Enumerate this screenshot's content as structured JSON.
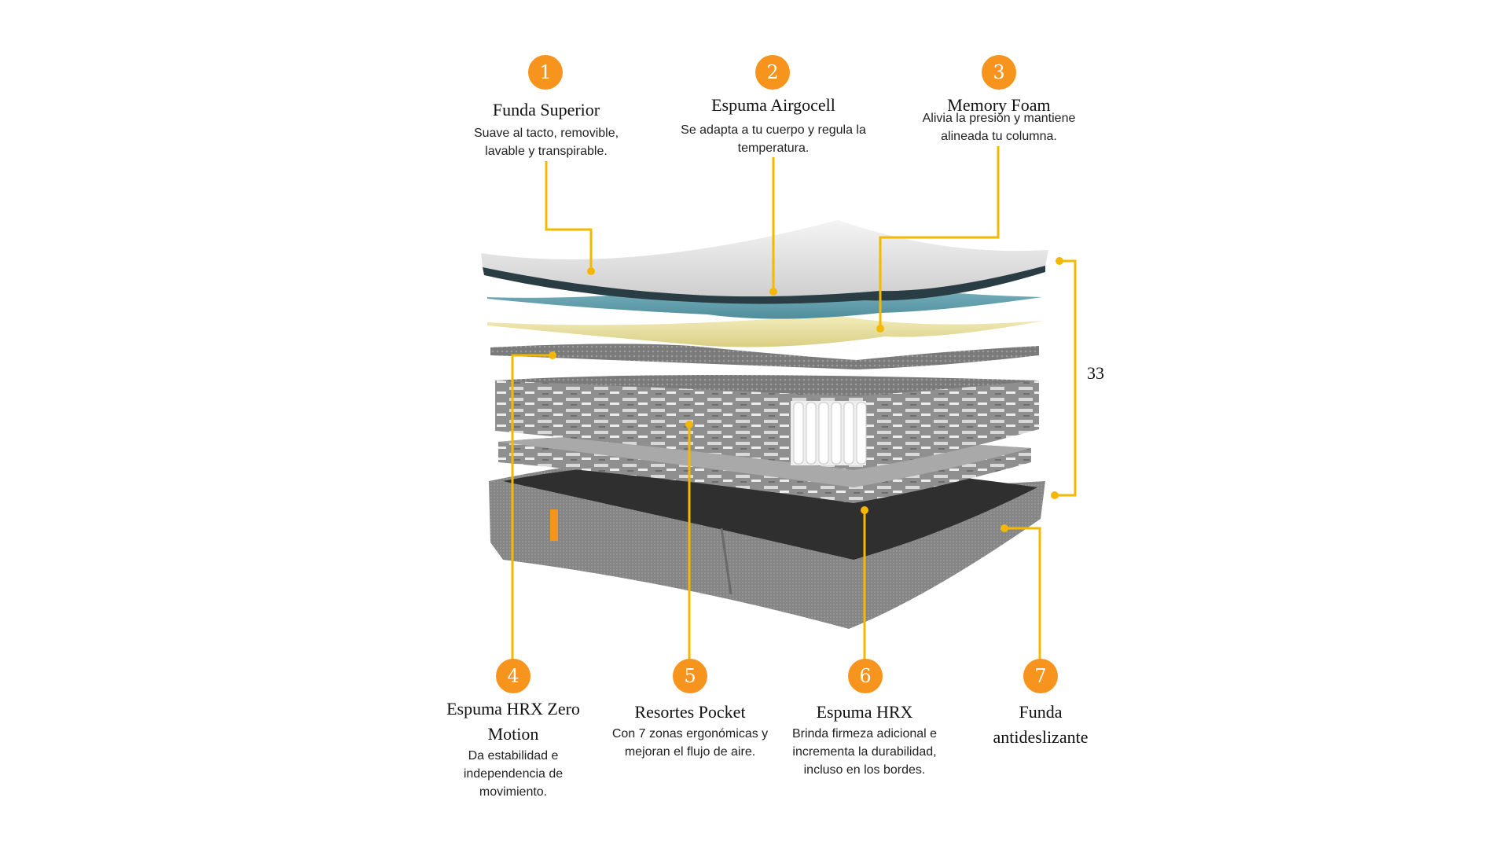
{
  "accent_color": "#f7941d",
  "height_label": "33",
  "callouts": [
    {
      "number": "1",
      "title": "Funda Superior",
      "desc": "Suave al tacto, removible, lavable y transpirable."
    },
    {
      "number": "2",
      "title": "Espuma Airgocell",
      "desc": "Se adapta a tu cuerpo y regula la temperatura."
    },
    {
      "number": "3",
      "title": "Memory Foam",
      "desc": "Alivia la presión y mantiene alineada tu columna."
    },
    {
      "number": "4",
      "title": "Espuma HRX Zero Motion",
      "desc": "Da estabilidad e independencia de movimiento."
    },
    {
      "number": "5",
      "title": "Resortes Pocket",
      "desc": "Con 7 zonas ergonómicas y mejoran el flujo de aire."
    },
    {
      "number": "6",
      "title": "Espuma HRX",
      "desc": "Brinda firmeza adicional e incrementa la durabilidad, incluso en los bordes."
    },
    {
      "number": "7",
      "title": "Funda antideslizante",
      "desc": ""
    }
  ]
}
